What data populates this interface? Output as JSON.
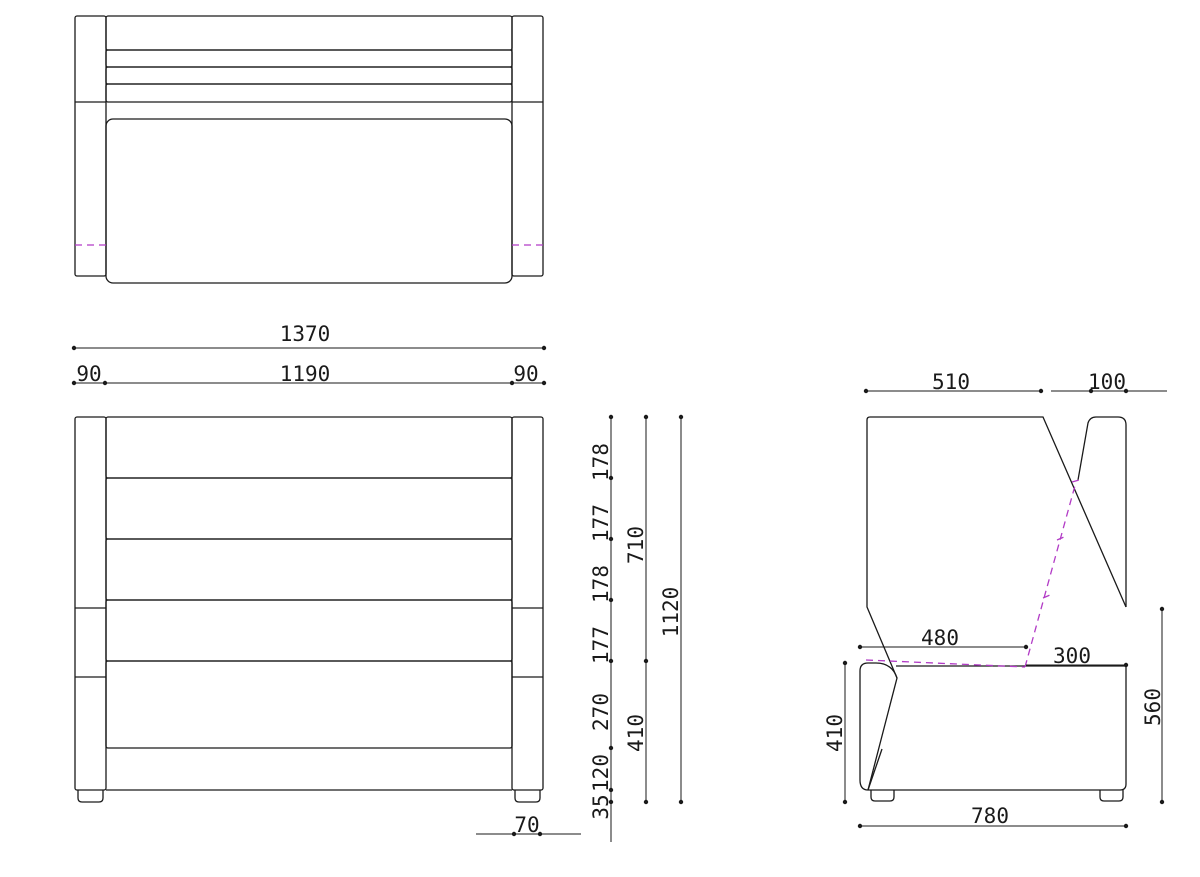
{
  "drawing": {
    "colors": {
      "line": "#1a1a1a",
      "hidden_line": "#b23bc6",
      "background": "#ffffff"
    },
    "front_view": {
      "overall_width": "1370",
      "armrest_left": "90",
      "seat_width": "1190",
      "armrest_right": "90",
      "back_panels": [
        "178",
        "177",
        "178",
        "177"
      ],
      "seat_cushion": "270",
      "base": "120",
      "leg_height": "35",
      "back_height": "710",
      "seat_height": "410",
      "overall_height": "1120",
      "leg_width": "70"
    },
    "side_view": {
      "top_depth": "510",
      "top_gap": "100",
      "seat_depth": "480",
      "rear_depth": "300",
      "arm_height": "410",
      "rear_height": "560",
      "overall_depth": "780"
    }
  }
}
